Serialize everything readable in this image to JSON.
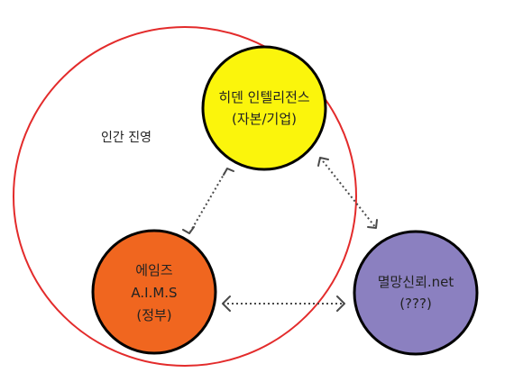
{
  "region": {
    "label": "인간 진영",
    "stroke_color": "#e32b2b"
  },
  "nodes": {
    "hidden": {
      "line1": "히덴 인텔리전스",
      "line2": "(자본/기업)",
      "fill_color": "#fbf50c"
    },
    "aims": {
      "line1": "에임즈",
      "line2": "A.I.M.S",
      "line3": "(정부)",
      "fill_color": "#f0661f"
    },
    "net": {
      "line1": "멸망신뢰.net",
      "line2": "(???)",
      "fill_color": "#8b80c0"
    }
  },
  "links": [
    {
      "from": "hidden",
      "to": "aims",
      "bidirectional": true
    },
    {
      "from": "hidden",
      "to": "net",
      "bidirectional": true
    },
    {
      "from": "aims",
      "to": "net",
      "bidirectional": true
    }
  ]
}
